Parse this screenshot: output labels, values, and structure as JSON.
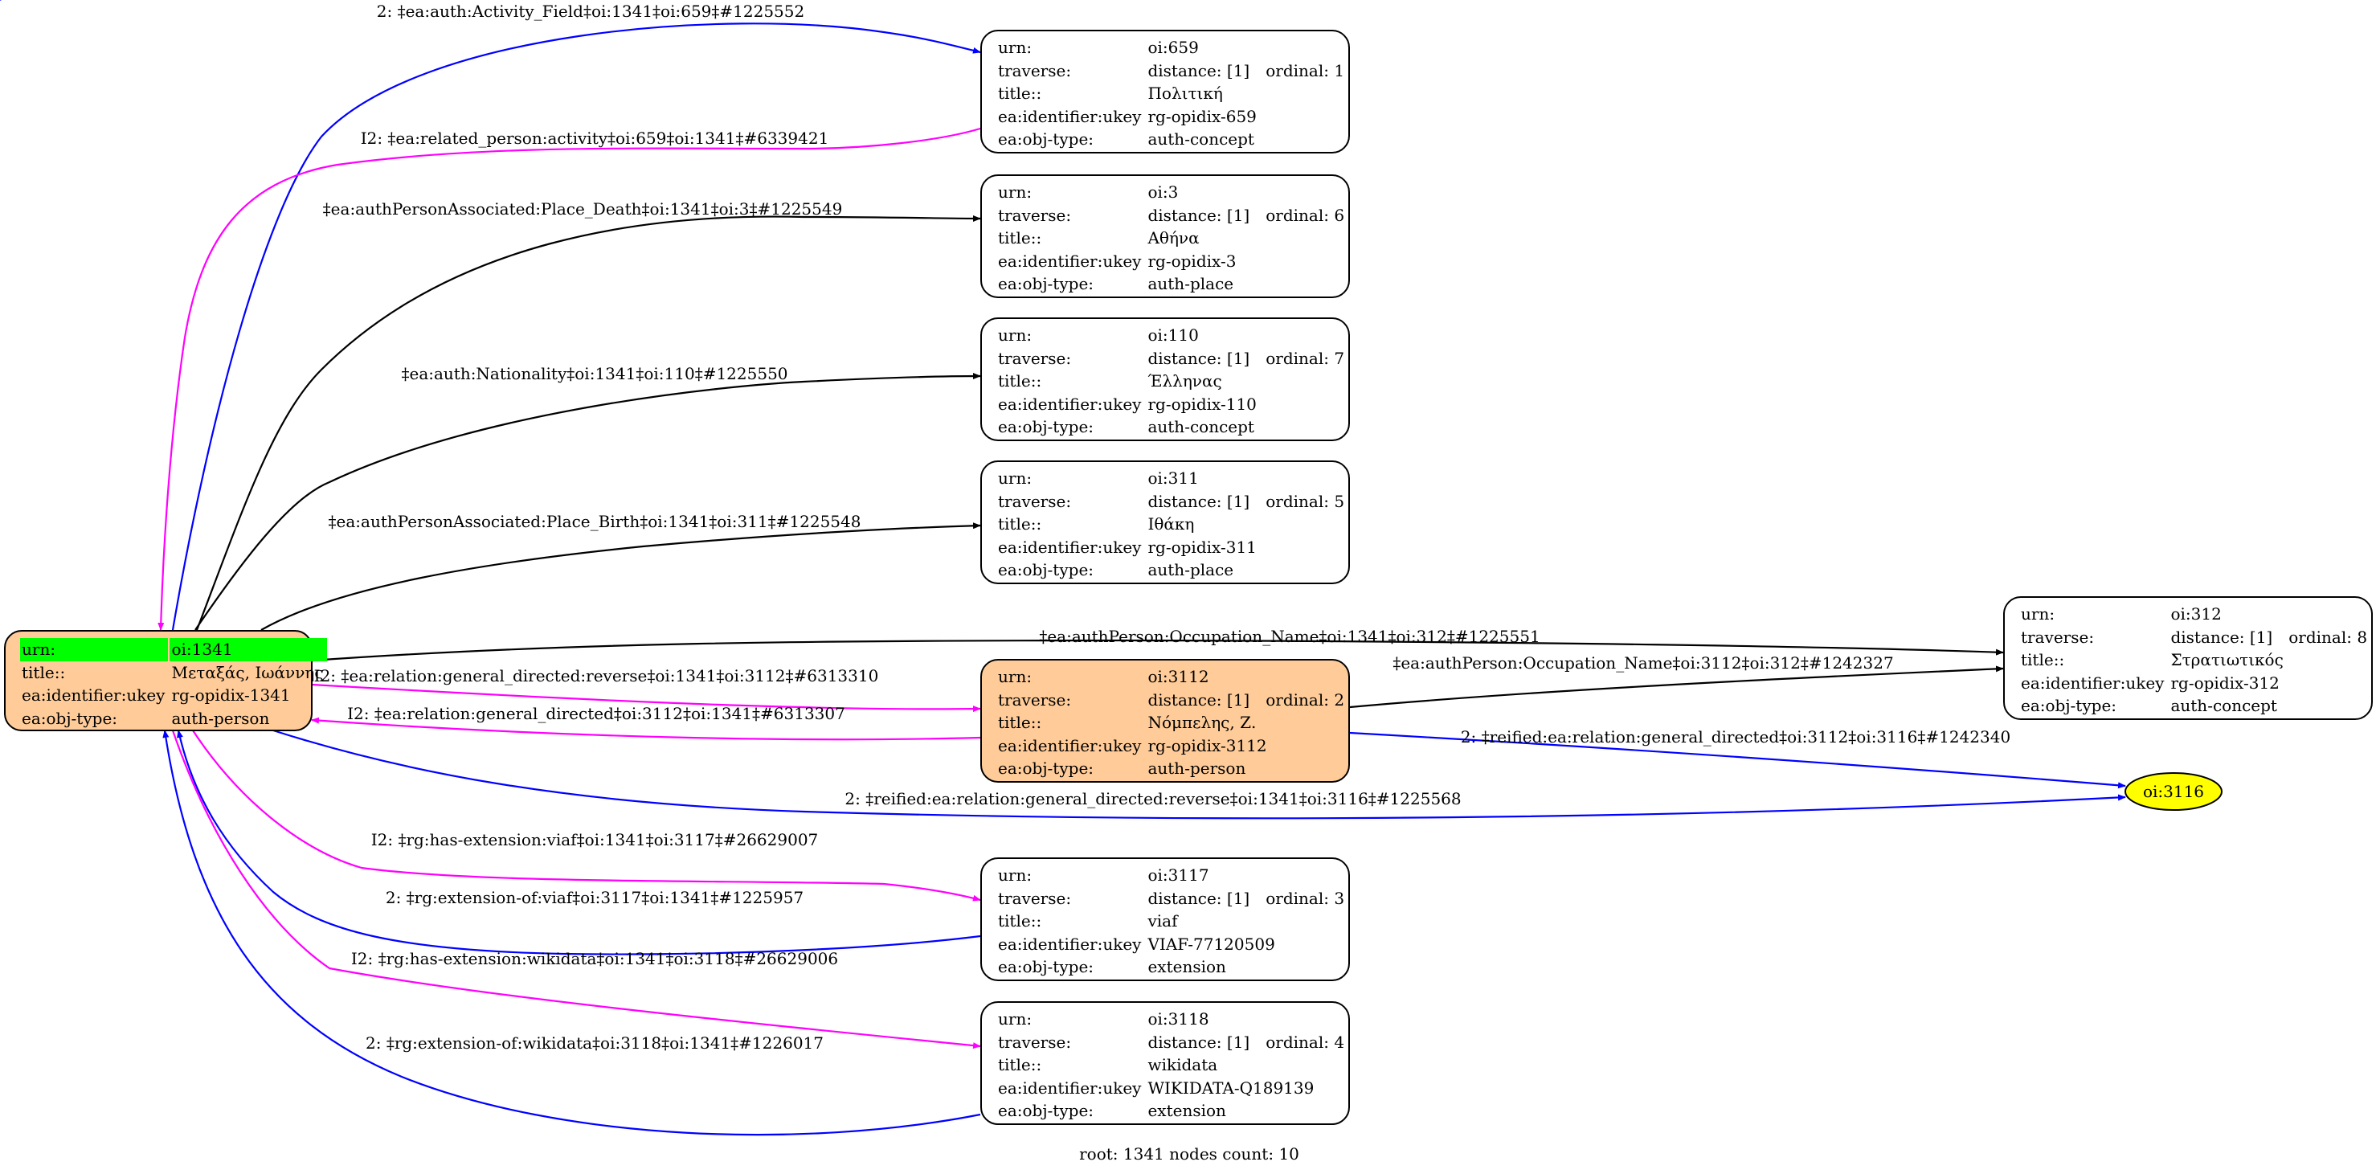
{
  "colors": {
    "highlight_fill": "#ffcc99",
    "root_row_fill": "#00ff00",
    "ellipse_fill": "#ffff00",
    "edge_black": "#000000",
    "edge_blue": "#0000ff",
    "edge_magenta": "#ff00ff"
  },
  "nodes": {
    "n1341": {
      "urn_label": "urn:",
      "urn": "oi:1341",
      "title_label": "title::",
      "title": "Μεταξάς, Ιωάννης",
      "ukey_label": "ea:identifier:ukey",
      "ukey": "rg-opidix-1341",
      "type_label": "ea:obj-type:",
      "type": "auth-person"
    },
    "n659": {
      "urn_label": "urn:",
      "urn": "oi:659",
      "traverse_label": "traverse:",
      "distance": "distance: [1]",
      "ordinal": "ordinal: 1",
      "title_label": "title::",
      "title": "Πολιτική",
      "ukey_label": "ea:identifier:ukey",
      "ukey": "rg-opidix-659",
      "type_label": "ea:obj-type:",
      "type": "auth-concept"
    },
    "n3": {
      "urn_label": "urn:",
      "urn": "oi:3",
      "traverse_label": "traverse:",
      "distance": "distance: [1]",
      "ordinal": "ordinal: 6",
      "title_label": "title::",
      "title": "Αθήνα",
      "ukey_label": "ea:identifier:ukey",
      "ukey": "rg-opidix-3",
      "type_label": "ea:obj-type:",
      "type": "auth-place"
    },
    "n110": {
      "urn_label": "urn:",
      "urn": "oi:110",
      "traverse_label": "traverse:",
      "distance": "distance: [1]",
      "ordinal": "ordinal: 7",
      "title_label": "title::",
      "title": "Έλληνας",
      "ukey_label": "ea:identifier:ukey",
      "ukey": "rg-opidix-110",
      "type_label": "ea:obj-type:",
      "type": "auth-concept"
    },
    "n311": {
      "urn_label": "urn:",
      "urn": "oi:311",
      "traverse_label": "traverse:",
      "distance": "distance: [1]",
      "ordinal": "ordinal: 5",
      "title_label": "title::",
      "title": "Ιθάκη",
      "ukey_label": "ea:identifier:ukey",
      "ukey": "rg-opidix-311",
      "type_label": "ea:obj-type:",
      "type": "auth-place"
    },
    "n3112": {
      "urn_label": "urn:",
      "urn": "oi:3112",
      "traverse_label": "traverse:",
      "distance": "distance: [1]",
      "ordinal": "ordinal: 2",
      "title_label": "title::",
      "title": "Νόμπελης, Ζ.",
      "ukey_label": "ea:identifier:ukey",
      "ukey": "rg-opidix-3112",
      "type_label": "ea:obj-type:",
      "type": "auth-person"
    },
    "n3117": {
      "urn_label": "urn:",
      "urn": "oi:3117",
      "traverse_label": "traverse:",
      "distance": "distance: [1]",
      "ordinal": "ordinal: 3",
      "title_label": "title::",
      "title": "viaf",
      "ukey_label": "ea:identifier:ukey",
      "ukey": "VIAF-77120509",
      "type_label": "ea:obj-type:",
      "type": "extension"
    },
    "n3118": {
      "urn_label": "urn:",
      "urn": "oi:3118",
      "traverse_label": "traverse:",
      "distance": "distance: [1]",
      "ordinal": "ordinal: 4",
      "title_label": "title::",
      "title": "wikidata",
      "ukey_label": "ea:identifier:ukey",
      "ukey": "WIKIDATA-Q189139",
      "type_label": "ea:obj-type:",
      "type": "extension"
    },
    "n312": {
      "urn_label": "urn:",
      "urn": "oi:312",
      "traverse_label": "traverse:",
      "distance": "distance: [1]",
      "ordinal": "ordinal: 8",
      "title_label": "title::",
      "title": "Στρατιωτικός",
      "ukey_label": "ea:identifier:ukey",
      "ukey": "rg-opidix-312",
      "type_label": "ea:obj-type:",
      "type": "auth-concept"
    },
    "n3116": {
      "label": "oi:3116"
    }
  },
  "edges": [
    {
      "id": "e1",
      "color": "blue",
      "label": "2: ‡ea:auth:Activity_Field‡oi:1341‡oi:659‡#1225552"
    },
    {
      "id": "e2",
      "color": "magenta",
      "label": "I2: ‡ea:related_person:activity‡oi:659‡oi:1341‡#6339421"
    },
    {
      "id": "e3",
      "color": "black",
      "label": "‡ea:authPersonAssociated:Place_Death‡oi:1341‡oi:3‡#1225549"
    },
    {
      "id": "e4",
      "color": "black",
      "label": "‡ea:auth:Nationality‡oi:1341‡oi:110‡#1225550"
    },
    {
      "id": "e5",
      "color": "black",
      "label": "‡ea:authPersonAssociated:Place_Birth‡oi:1341‡oi:311‡#1225548"
    },
    {
      "id": "e6",
      "color": "black",
      "label": "‡ea:authPerson:Occupation_Name‡oi:1341‡oi:312‡#1225551"
    },
    {
      "id": "e7",
      "color": "magenta",
      "label": "I2: ‡ea:relation:general_directed:reverse‡oi:1341‡oi:3112‡#6313310"
    },
    {
      "id": "e8",
      "color": "magenta",
      "label": "I2: ‡ea:relation:general_directed‡oi:3112‡oi:1341‡#6313307"
    },
    {
      "id": "e9",
      "color": "black",
      "label": "‡ea:authPerson:Occupation_Name‡oi:3112‡oi:312‡#1242327"
    },
    {
      "id": "e10",
      "color": "blue",
      "label": "2: ‡reified:ea:relation:general_directed‡oi:3112‡oi:3116‡#1242340"
    },
    {
      "id": "e11",
      "color": "blue",
      "label": "2: ‡reified:ea:relation:general_directed:reverse‡oi:1341‡oi:3116‡#1225568"
    },
    {
      "id": "e12",
      "color": "magenta",
      "label": "I2: ‡rg:has-extension:viaf‡oi:1341‡oi:3117‡#26629007"
    },
    {
      "id": "e13",
      "color": "blue",
      "label": "2: ‡rg:extension-of:viaf‡oi:3117‡oi:1341‡#1225957"
    },
    {
      "id": "e14",
      "color": "magenta",
      "label": "I2: ‡rg:has-extension:wikidata‡oi:1341‡oi:3118‡#26629006"
    },
    {
      "id": "e15",
      "color": "blue",
      "label": "2: ‡rg:extension-of:wikidata‡oi:3118‡oi:1341‡#1226017"
    }
  ],
  "footer": "root: 1341 nodes count: 10"
}
